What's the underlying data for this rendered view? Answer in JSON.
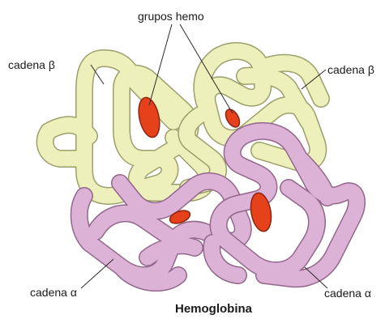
{
  "labels": {
    "heme_groups": "grupos hemo",
    "beta_chain_left": "cadena β",
    "beta_chain_right": "cadena β",
    "alpha_chain_left": "cadena α",
    "alpha_chain_right": "cadena α"
  },
  "caption": "Hemoglobina",
  "colors": {
    "beta_fill": "#eef0bc",
    "beta_edge": "#9c9f6a",
    "alpha_fill": "#dcb3d6",
    "alpha_edge": "#93668b",
    "heme_fill": "#e5421c",
    "heme_edge": "#8d2410"
  }
}
